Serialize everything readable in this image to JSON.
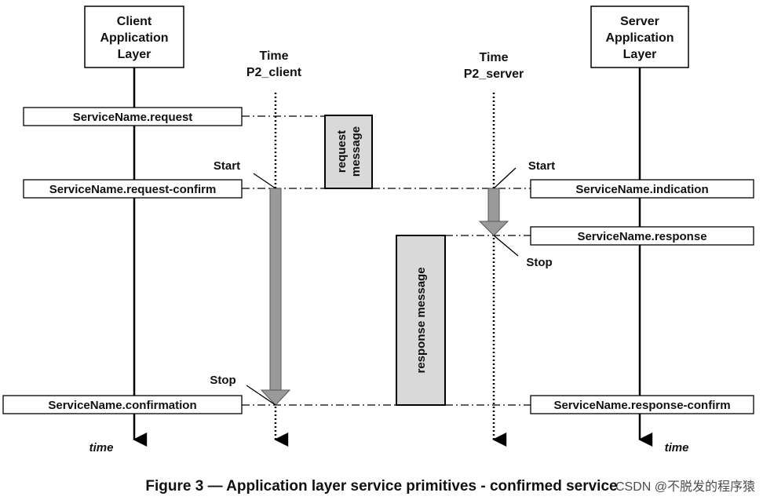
{
  "entities": {
    "client_layer": "Client\nApplication\nLayer",
    "server_layer": "Server\nApplication\nLayer",
    "p2_client_timer": "Time\nP2_client",
    "p2_server_timer": "Time\nP2_server"
  },
  "primitives": {
    "client_request": "ServiceName.request",
    "client_request_confirm": "ServiceName.request-confirm",
    "client_confirmation": "ServiceName.confirmation",
    "server_indication": "ServiceName.indication",
    "server_response": "ServiceName.response",
    "server_response_confirm": "ServiceName.response-confirm"
  },
  "messages": {
    "request_message": "request\nmessage",
    "response_message": "response message"
  },
  "timer_labels": {
    "client_start": "Start",
    "client_stop": "Stop",
    "server_start": "Start",
    "server_stop": "Stop"
  },
  "axis_labels": {
    "client_time": "time",
    "server_time": "time"
  },
  "caption": "Figure 3 — Application layer service primitives - confirmed service",
  "watermark": "CSDN @不脱发的程序猿",
  "colors": {
    "line": "#000000",
    "timer_bar": "#9a9a9a",
    "message_box": "#d9d9d9",
    "box_border": "#000000"
  }
}
